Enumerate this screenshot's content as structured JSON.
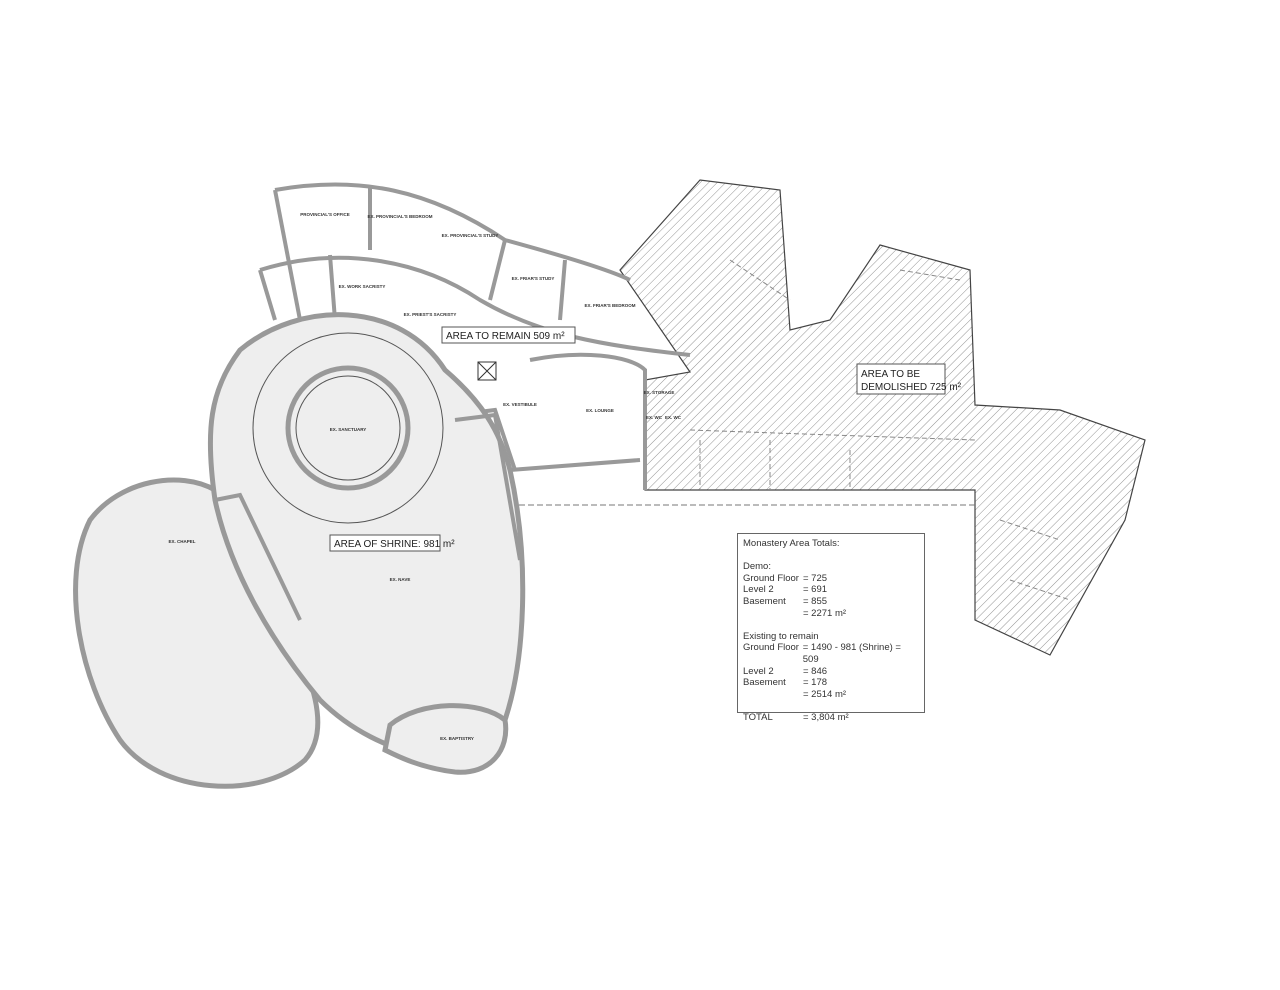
{
  "rooms": {
    "provincials_office": "PROVINCIAL'S OFFICE",
    "provincials_bedroom": "EX. PROVINCIAL'S BEDROOM",
    "provincials_study": "EX. PROVINCIAL'S STUDY",
    "work_sacristy": "EX. WORK SACRISTY",
    "priests_sacristy": "EX. PRIEST'S SACRISTY",
    "friars_study": "EX. FRIAR'S STUDY",
    "friars_bedroom": "EX. FRIAR'S BEDROOM",
    "sanctuary": "EX. SANCTUARY",
    "vestibule": "EX. VESTIBULE",
    "lounge": "EX. LOUNGE",
    "storage": "EX. STORAGE",
    "wc1": "EX. WC",
    "wc2": "EX. WC",
    "chapel": "EX. CHAPEL",
    "nave": "EX. NAVE",
    "baptistry": "EX. BAPTISTRY"
  },
  "callouts": {
    "remain": "AREA TO REMAIN 509 m²",
    "demolish_1": "AREA TO BE",
    "demolish_2": "DEMOLISHED 725 m²",
    "shrine": "AREA OF SHRINE: 981 m²"
  },
  "totals": {
    "title": "Monastery Area Totals:",
    "demo_heading": "Demo:",
    "demo": [
      {
        "label": "Ground Floor",
        "value": "= 725"
      },
      {
        "label": "Level 2",
        "value": "= 691"
      },
      {
        "label": "Basement",
        "value": "= 855"
      },
      {
        "label": "",
        "value": "= 2271 m²"
      }
    ],
    "remain_heading": "Existing to remain",
    "remain": [
      {
        "label": "Ground Floor",
        "value": "= 1490 - 981 (Shrine) = 509"
      },
      {
        "label": "Level 2",
        "value": "= 846"
      },
      {
        "label": "Basement",
        "value": "= 178"
      },
      {
        "label": "",
        "value": "= 2514 m²"
      }
    ],
    "total_label": "TOTAL",
    "total_value": "= 3,804 m²"
  },
  "colors": {
    "wall": "#999999",
    "shrine_fill": "#eeeeee",
    "line": "#333333"
  }
}
